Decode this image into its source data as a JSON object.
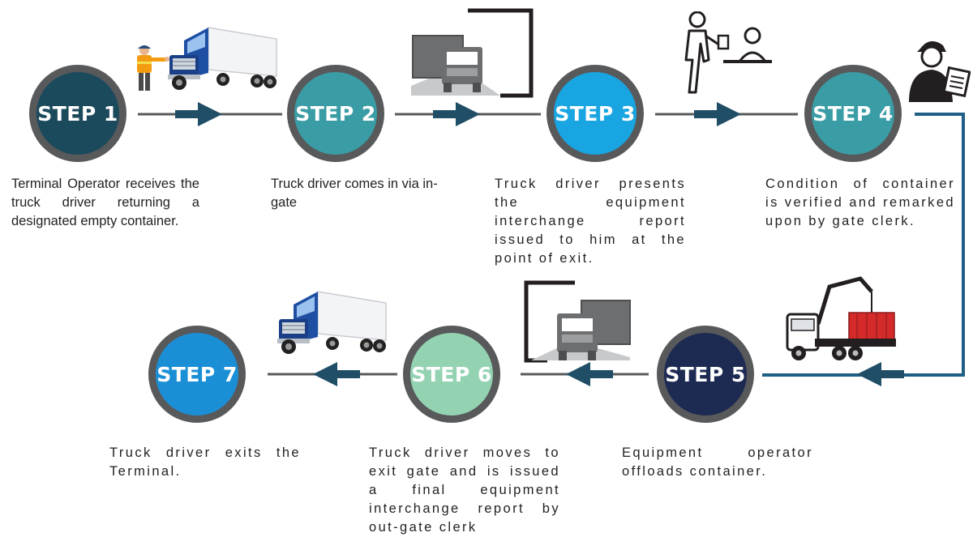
{
  "steps": [
    {
      "label": "STEP 1",
      "description": "Terminal Operator receives the truck driver returning a designated empty container.",
      "color": "#1b4a5c"
    },
    {
      "label": "STEP 2",
      "description": "Truck driver comes in via in-gate",
      "color": "#3a9ca4"
    },
    {
      "label": "STEP 3",
      "description": "Truck driver presents the equipment interchange report issued to him at the point of exit.",
      "color": "#18a5e2"
    },
    {
      "label": "STEP 4",
      "description": "Condition of container is verified and remarked upon by gate clerk.",
      "color": "#3a9ca4"
    },
    {
      "label": "STEP 5",
      "description": "Equipment operator offloads container.",
      "color": "#1d2a52"
    },
    {
      "label": "STEP 6",
      "description": "Truck driver moves to exit gate and is issued a final equipment interchange report by out-gate clerk",
      "color": "#94d3b2"
    },
    {
      "label": "STEP 7",
      "description": "Truck driver exits the Terminal.",
      "color": "#1b8fd6"
    }
  ],
  "colors": {
    "ring": "#58595b",
    "connector": "#58595b",
    "arrow": "#1f4e66",
    "connector_blue": "#1f5f86",
    "truck_cab": "#1e4fa3",
    "container_red": "#d42a2a",
    "icon_gray": "#6d6e70"
  },
  "icons": {
    "step1": [
      "traffic-officer-icon",
      "blue-truck-icon"
    ],
    "step2": [
      "truck-entering-gate-icon"
    ],
    "step3": [
      "driver-with-clerk-icon"
    ],
    "step4": [
      "gate-clerk-icon"
    ],
    "step5": [
      "crane-truck-container-icon"
    ],
    "step6": [
      "truck-exiting-gate-icon"
    ],
    "step7": [
      "blue-truck-icon"
    ]
  }
}
